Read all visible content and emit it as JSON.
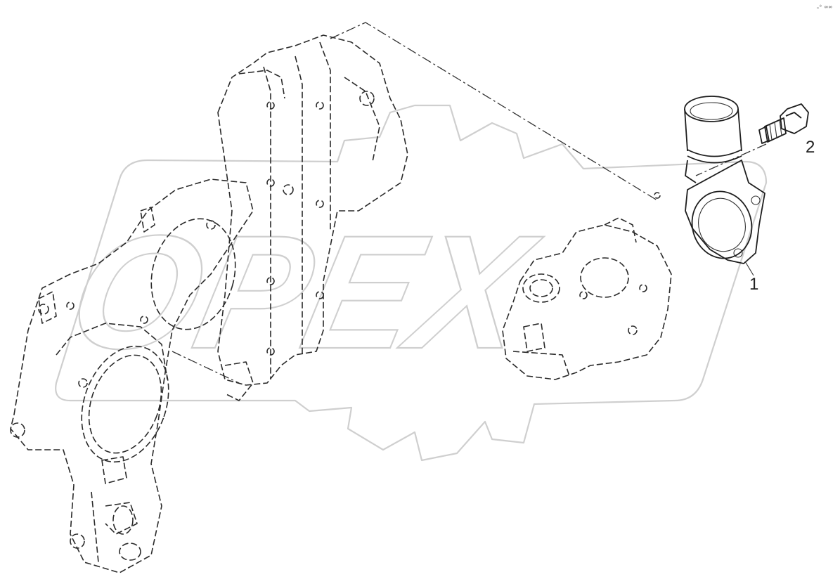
{
  "diagram": {
    "watermark_text": "OPEX",
    "corner_mark": "₀⁰ ∞∞",
    "callouts": [
      {
        "id": "1",
        "text": "1"
      },
      {
        "id": "2",
        "text": "2"
      }
    ],
    "colors": {
      "line": "#222222",
      "watermark": "#cfcfcf",
      "background": "#ffffff"
    }
  }
}
